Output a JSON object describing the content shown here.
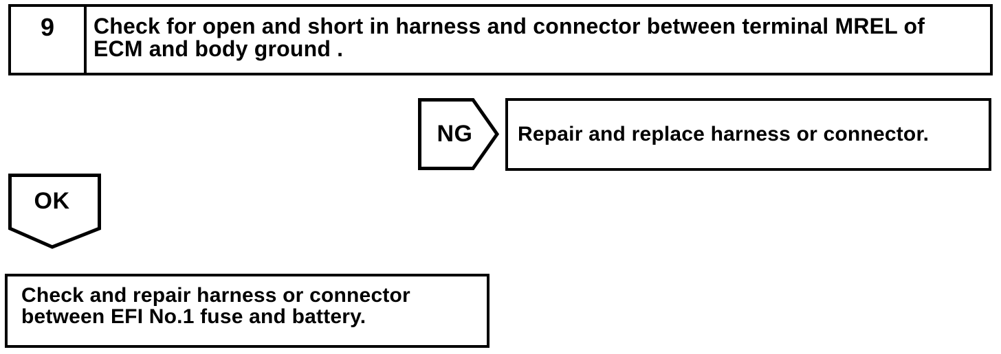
{
  "page": {
    "background": "#ffffff",
    "ink": "#000000"
  },
  "flowchart": {
    "step": {
      "number": "9",
      "instruction": "Check for open and short in harness and connector between terminal MREL of ECM and body ground ."
    },
    "ng_branch": {
      "label": "NG",
      "result": "Repair and replace harness or connector."
    },
    "ok_branch": {
      "label": "OK",
      "result": "Check and repair harness or connector between EFI No.1 fuse and battery."
    }
  }
}
